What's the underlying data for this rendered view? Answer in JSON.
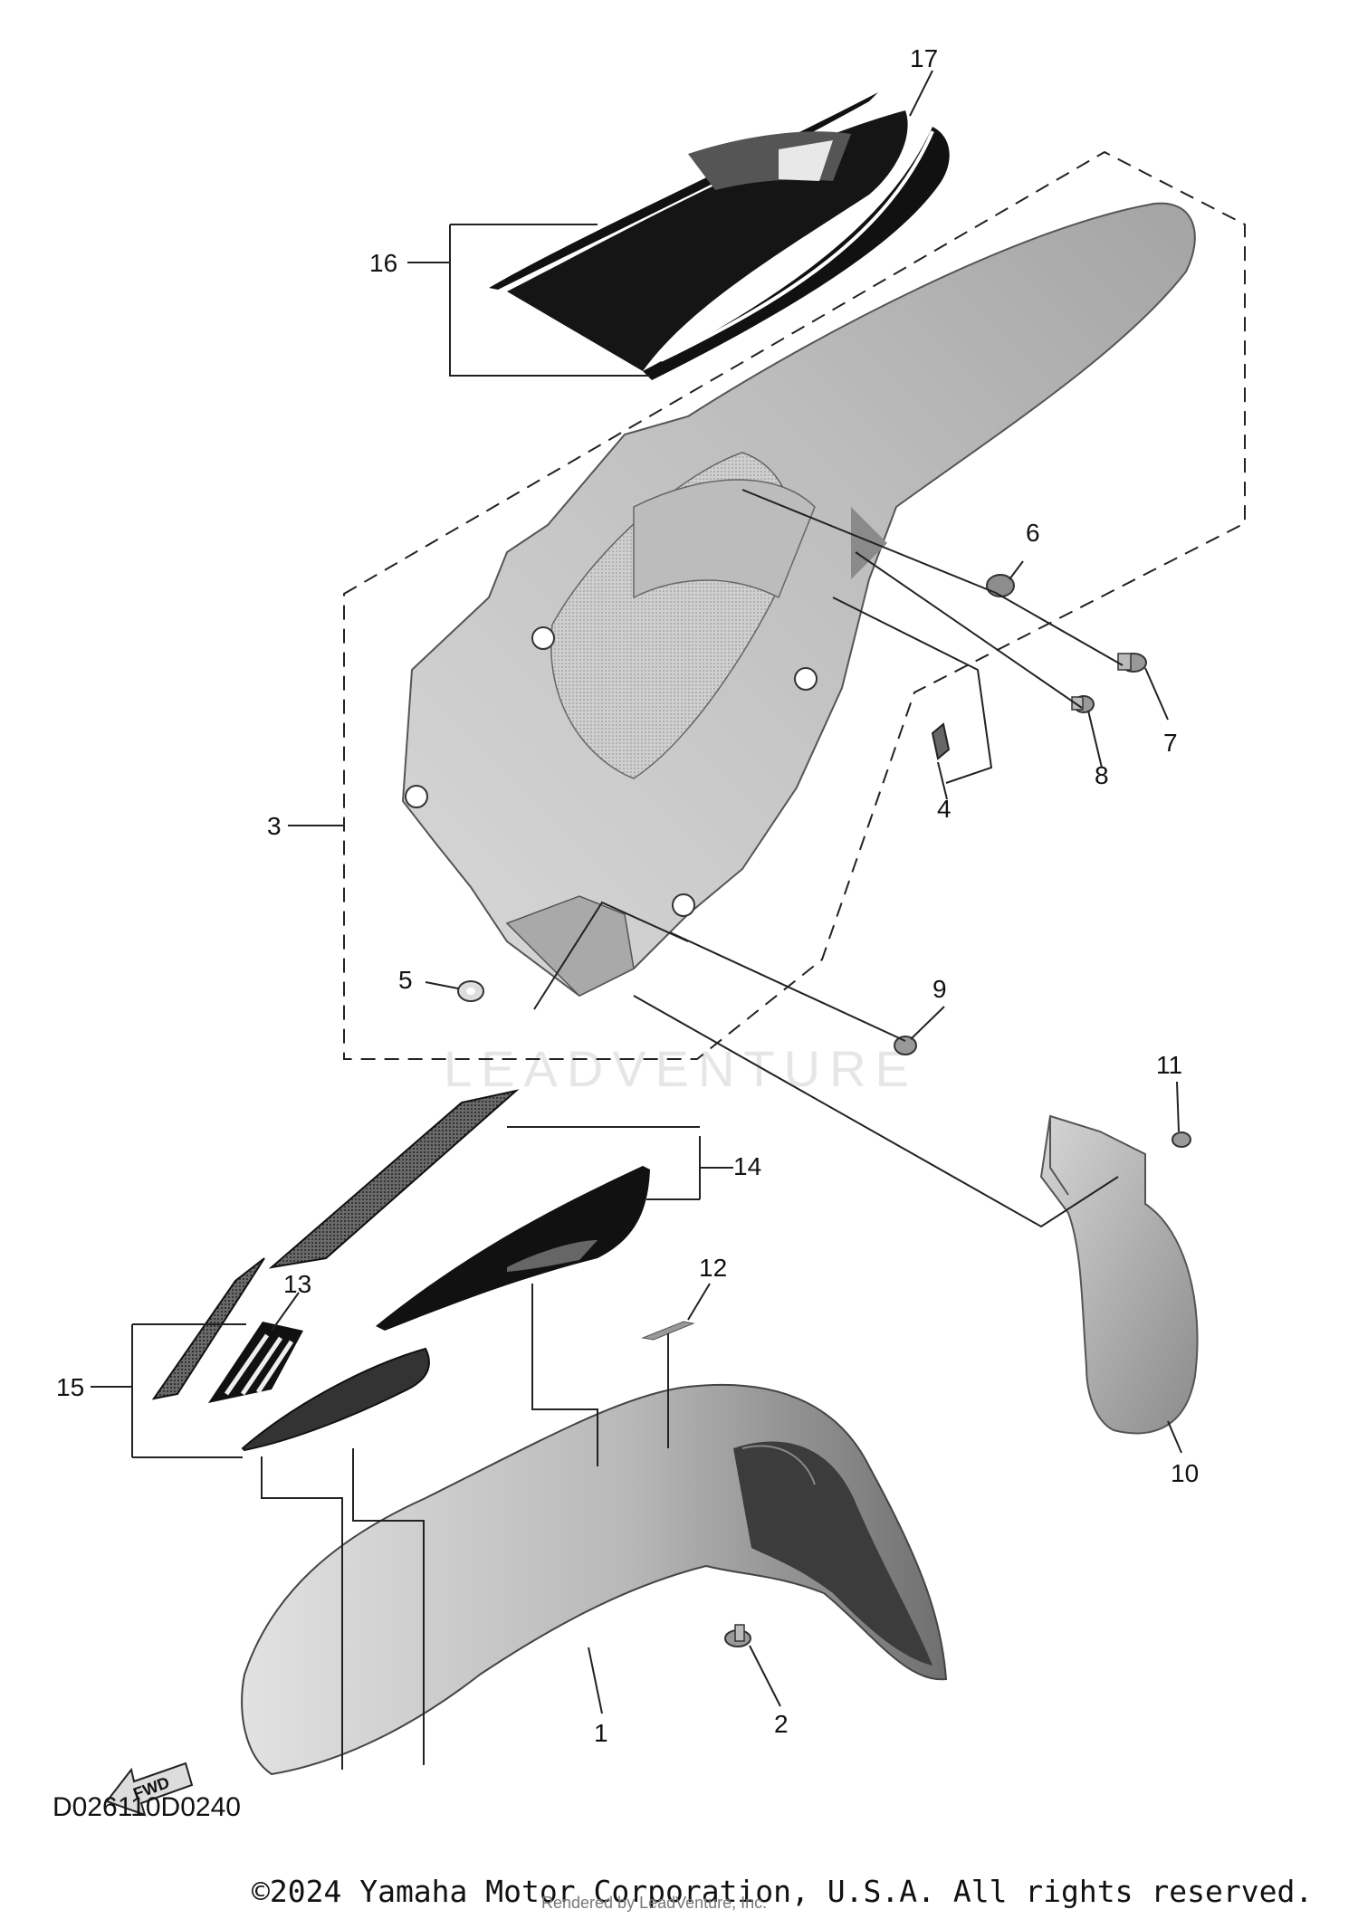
{
  "diagram": {
    "code": "D026110D0240",
    "watermark": "LEADVENTURE",
    "fwd_label": "FWD",
    "callouts": [
      {
        "id": "1",
        "text": "1"
      },
      {
        "id": "2",
        "text": "2"
      },
      {
        "id": "3",
        "text": "3"
      },
      {
        "id": "4",
        "text": "4"
      },
      {
        "id": "5",
        "text": "5"
      },
      {
        "id": "6",
        "text": "6"
      },
      {
        "id": "7",
        "text": "7"
      },
      {
        "id": "8",
        "text": "8"
      },
      {
        "id": "9",
        "text": "9"
      },
      {
        "id": "10",
        "text": "10"
      },
      {
        "id": "11",
        "text": "11"
      },
      {
        "id": "12",
        "text": "12"
      },
      {
        "id": "13",
        "text": "13"
      },
      {
        "id": "14",
        "text": "14"
      },
      {
        "id": "15",
        "text": "15"
      },
      {
        "id": "16",
        "text": "16"
      },
      {
        "id": "17",
        "text": "17"
      }
    ]
  },
  "footer": {
    "copyright": "©2024 Yamaha Motor Corporation, U.S.A. All rights reserved.",
    "rendered_by": "Rendered by LeadVenture, Inc."
  }
}
